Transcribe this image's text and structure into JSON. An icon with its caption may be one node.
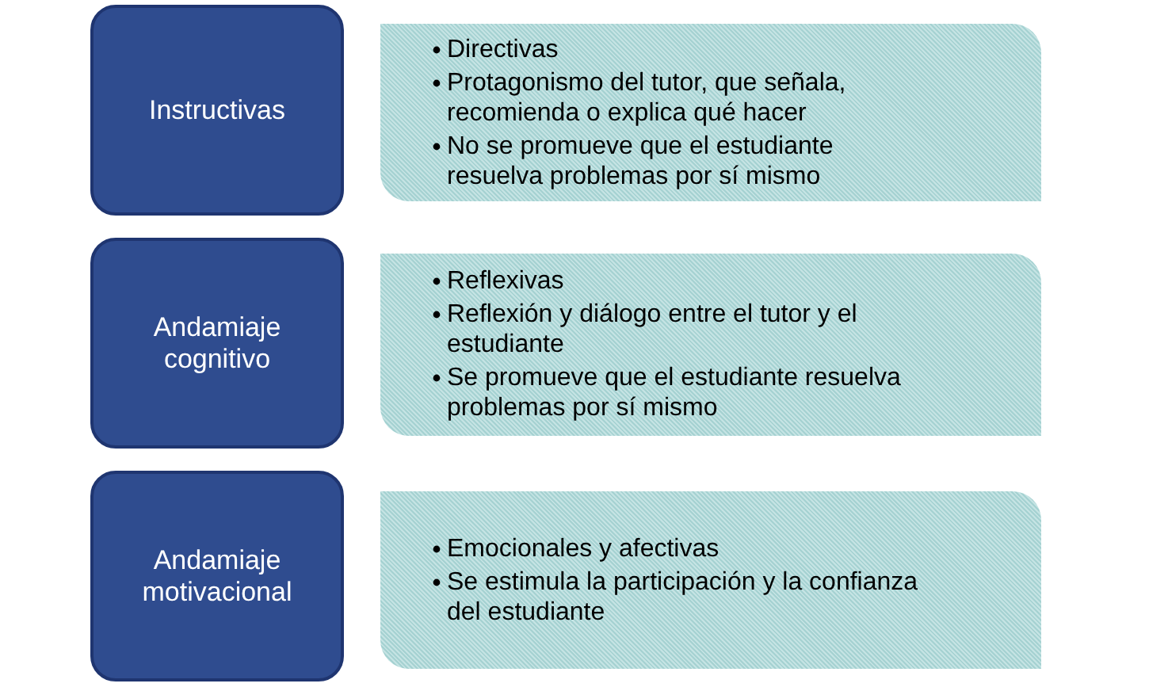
{
  "diagram": {
    "nodes": [
      {
        "text": [
          "Instructivas"
        ]
      },
      {
        "text": [
          "Directivas",
          "Protagonismo del tutor, que señala, recomienda o explica qué hacer",
          "No se promueve que el estudiante resuelva problemas por sí mismo"
        ]
      },
      {
        "text": [
          "Andamiaje cognitivo"
        ]
      },
      {
        "text": [
          "Reflexivas",
          "Reflexión y diálogo entre el tutor y el estudiante",
          "Se promueve que el estudiante resuelva problemas por sí mismo"
        ]
      },
      {
        "text": [
          "Andamiaje motivacional"
        ]
      },
      {
        "text": [
          "Emocionales y afectivas",
          "Se estimula la participación y la confianza del estudiante"
        ]
      }
    ]
  }
}
